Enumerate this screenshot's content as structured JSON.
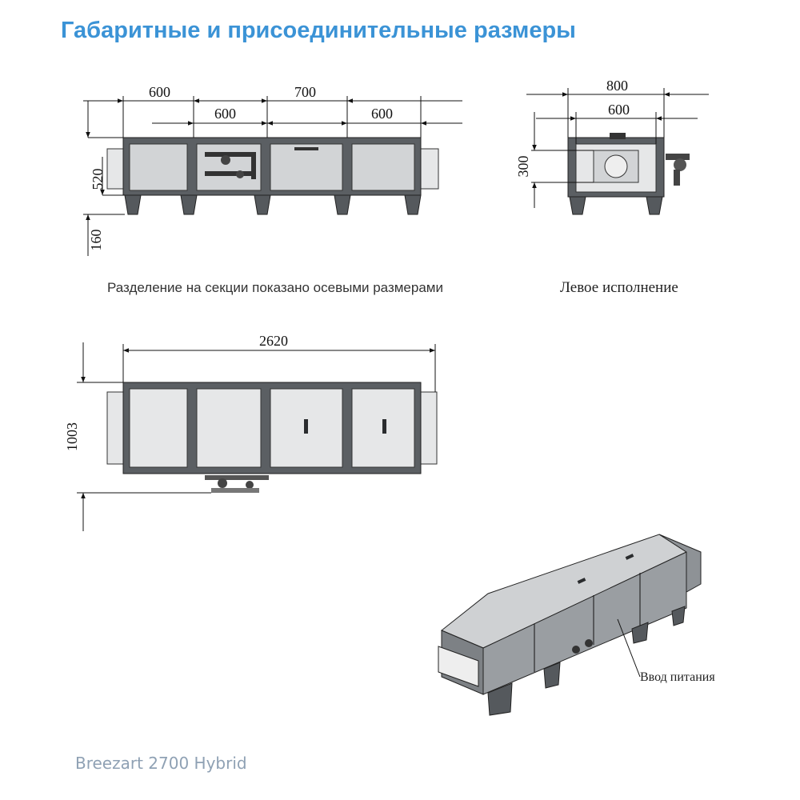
{
  "title": "Габаритные и присоединительные размеры",
  "captions": {
    "section_note": "Разделение на секции показано осевыми размерами",
    "left_version": "Левое исполнение",
    "power_input": "Ввод питания"
  },
  "brand": "Breezart 2700 Hybrid",
  "dimensions": {
    "front_top": [
      "600",
      "700",
      "600"
    ],
    "front_second": [
      "600"
    ],
    "front_height": "520",
    "front_leg": "160",
    "side_width": "800",
    "side_inner": "600",
    "side_height": "300",
    "plan_length": "2620",
    "plan_width": "1003"
  },
  "colors": {
    "title": "#3b93d6",
    "brand": "#8fa1b4"
  }
}
